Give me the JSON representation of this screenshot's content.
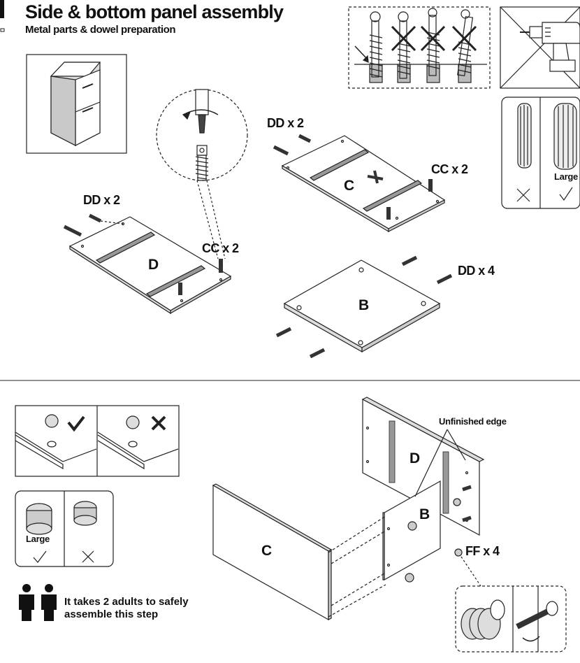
{
  "header": {
    "title": "Side & bottom panel assembly",
    "subtitle": "Metal parts & dowel preparation"
  },
  "labels": {
    "dd_c": "DD x 2",
    "cc_c": "CC x 2",
    "dd_d": "DD x 2",
    "cc_d": "CC x 2",
    "dd_b": "DD x 4",
    "ff": "FF x 4",
    "unfinished_edge": "Unfinished edge"
  },
  "panels": {
    "c_top": "C",
    "d_top": "D",
    "b_top": "B",
    "d_bottom": "D",
    "b_bottom": "B",
    "c_bottom": "C"
  },
  "dowel_box": {
    "large": "Large"
  },
  "cam_box": {
    "large": "Large"
  },
  "safety_note": {
    "line1": "It takes 2 adults to safely",
    "line2": "assemble this step"
  }
}
